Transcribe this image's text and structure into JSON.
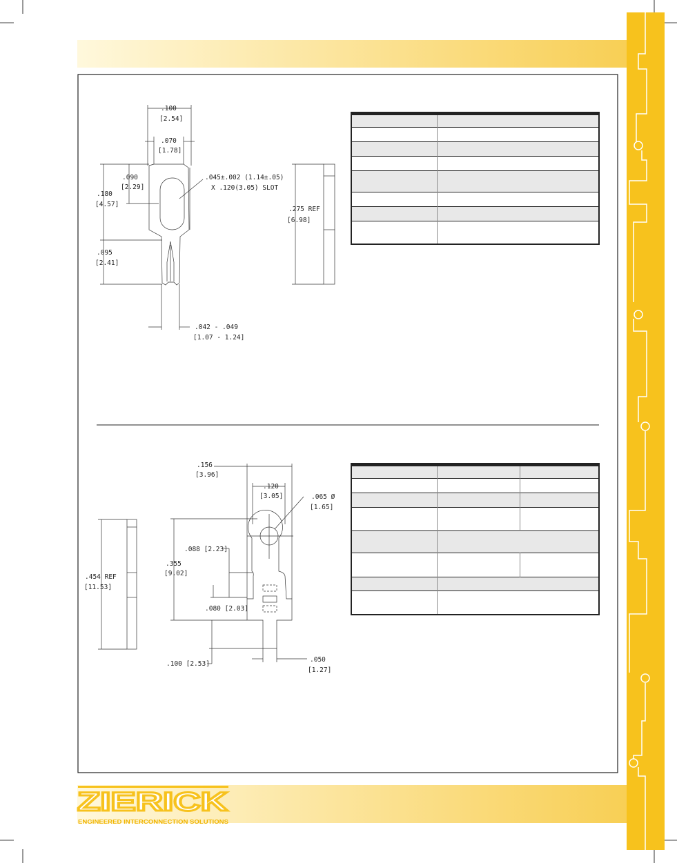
{
  "brand": {
    "name": "ZIERICK",
    "tagline": "ENGINEERED INTERCONNECTION SOLUTIONS"
  },
  "colors": {
    "accent": "#f7c21d",
    "band_light": "#fff6d6",
    "frame": "#222222"
  },
  "drawing1": {
    "d100": ".100",
    "d100m": "[2.54]",
    "d070": ".070",
    "d070m": "[1.78]",
    "d090": ".090",
    "d090m": "[2.29]",
    "d180": ".180",
    "d180m": "[4.57]",
    "d095": ".095",
    "d095m": "[2.41]",
    "slot1": ".045±.002 (1.14±.05)",
    "slot2": "X .120(3.05) SLOT",
    "width": ".042 - .049",
    "widthm": "[1.07 - 1.24]",
    "ref": ".275 REF",
    "refm": "[6.98]"
  },
  "drawing2": {
    "d156": ".156",
    "d156m": "[3.96]",
    "d120": ".120",
    "d120m": "[3.05]",
    "d065": ".065  Ø",
    "d065m": "[1.65]",
    "d088": ".088 [2.23]",
    "d355": ".355",
    "d355m": "[9.02]",
    "d080": ".080 [2.03]",
    "d100": ".100 [2.53]",
    "d050": ".050",
    "d050m": "[1.27]",
    "ref": ".454 REF",
    "refm": "[11.53]"
  }
}
